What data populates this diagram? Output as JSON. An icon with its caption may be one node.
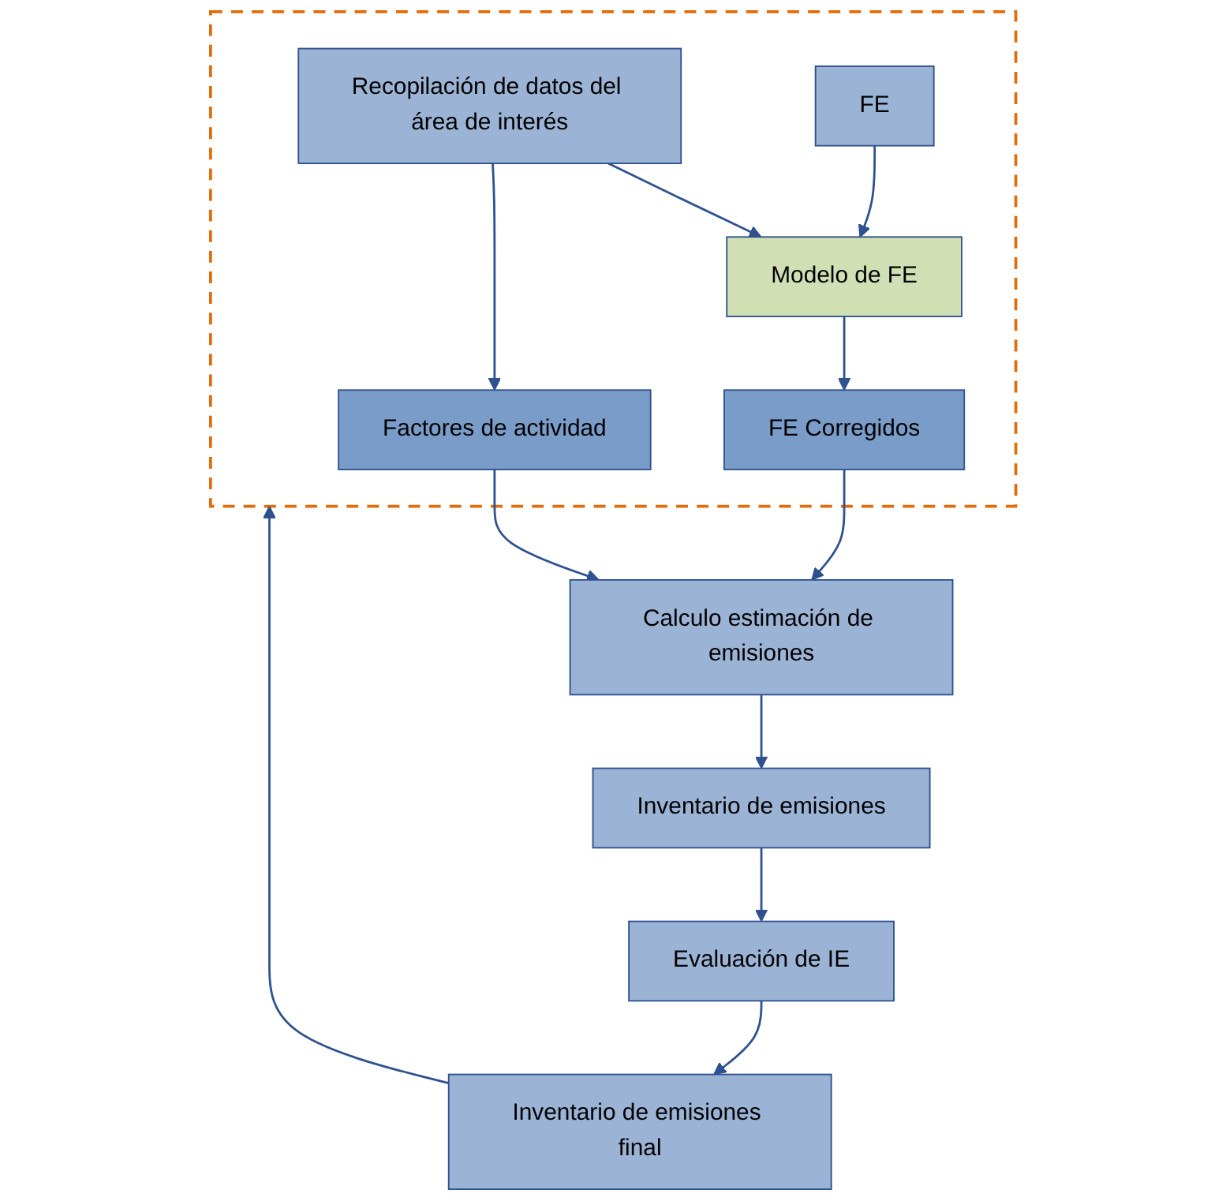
{
  "diagram": {
    "nodes": [
      {
        "text": [],
        "shape": "box"
      },
      {
        "text": [
          "Recopilación de datos del área de interés"
        ],
        "in": 0
      },
      {
        "text": [
          "FE"
        ],
        "in": 0
      },
      {
        "text": [
          "Modelo de FE"
        ],
        "in": 0
      },
      {
        "text": [
          "FE Corregidos"
        ],
        "in": 0
      },
      {
        "text": [
          "Factores de actividad"
        ],
        "in": 0
      },
      {
        "text": [
          "Calculo estimación de emisiones"
        ]
      },
      {
        "text": [
          "Inventario de emisiones"
        ]
      },
      {
        "text": [
          "Evaluación de IE"
        ]
      },
      {
        "text": [
          "Inventario de emisiones final"
        ]
      }
    ],
    "edges": [
      {
        "from": 1,
        "to": 3,
        "arrow": "to"
      },
      {
        "from": 2,
        "to": 3,
        "arrow": "to"
      },
      {
        "from": 1,
        "to": 5,
        "arrow": "to"
      },
      {
        "from": 3,
        "to": 4,
        "arrow": "to"
      },
      {
        "from": 4,
        "to": 6,
        "arrow": "to"
      },
      {
        "from": 5,
        "to": 6,
        "arrow": "to"
      },
      {
        "from": 6,
        "to": 7,
        "arrow": "to"
      },
      {
        "from": 7,
        "to": 8,
        "arrow": "to"
      },
      {
        "from": 8,
        "to": 9,
        "arrow": "to"
      },
      {
        "from": 9,
        "to": 0,
        "arrow": "to"
      }
    ]
  }
}
